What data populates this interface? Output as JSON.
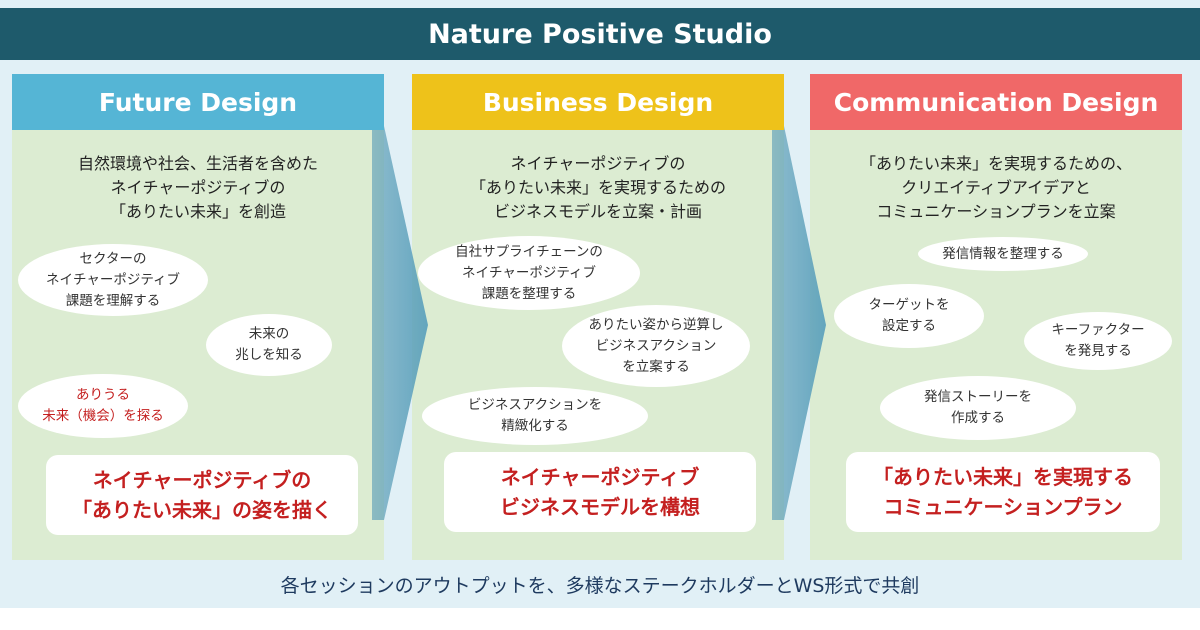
{
  "title": "Nature Positive Studio",
  "colors": {
    "banner": "#1e5a6b",
    "future": "#55b5d5",
    "business": "#eec21a",
    "communication": "#f06868",
    "panel": "#dcecd2",
    "highlight_text": "#c42020",
    "connector": "#f2a06a"
  },
  "panels": [
    {
      "header": "Future Design",
      "desc": [
        "自然環境や社会、生活者を含めた",
        "ネイチャーポジティブの",
        "「ありたい未来」を創造"
      ],
      "bubbles": [
        [
          "セクターの",
          "ネイチャーポジティブ",
          "課題を理解する"
        ],
        [
          "未来の",
          "兆しを知る"
        ],
        [
          "ありうる",
          "未来（機会）を探る"
        ]
      ],
      "outcome": [
        "ネイチャーポジティブの",
        "「ありたい未来」の姿を描く"
      ]
    },
    {
      "header": "Business Design",
      "desc": [
        "ネイチャーポジティブの",
        "「ありたい未来」を実現するための",
        "ビジネスモデルを立案・計画"
      ],
      "bubbles": [
        [
          "自社サプライチェーンの",
          "ネイチャーポジティブ",
          "課題を整理する"
        ],
        [
          "ありたい姿から逆算し",
          "ビジネスアクション",
          "を立案する"
        ],
        [
          "ビジネスアクションを",
          "精緻化する"
        ]
      ],
      "outcome": [
        "ネイチャーポジティブ",
        "ビジネスモデルを構想"
      ]
    },
    {
      "header": "Communication Design",
      "desc": [
        "「ありたい未来」を実現するための、",
        "クリエイティブアイデアと",
        "コミュニケーションプランを立案"
      ],
      "bubbles": [
        [
          "発信情報を整理する"
        ],
        [
          "ターゲットを",
          "設定する"
        ],
        [
          "キーファクター",
          "を発見する"
        ],
        [
          "発信ストーリーを",
          "作成する"
        ]
      ],
      "outcome": [
        "「ありたい未来」を実現する",
        "コミュニケーションプラン"
      ]
    }
  ],
  "footer": "各セッションのアウトプットを、多様なステークホルダーとWS形式で共創"
}
